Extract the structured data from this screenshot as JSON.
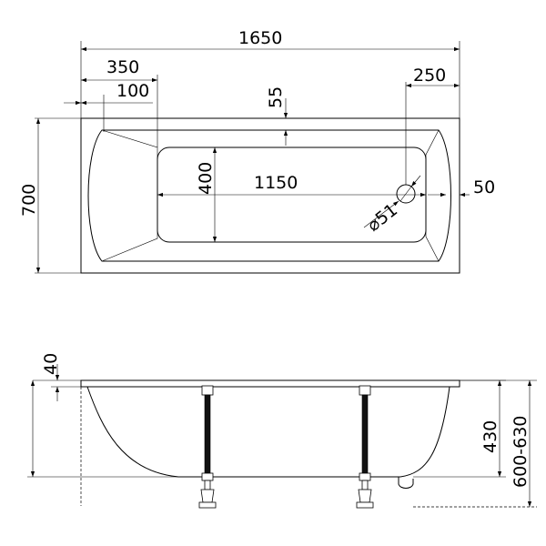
{
  "top_view": {
    "dims": {
      "length": "1650",
      "offset_350": "350",
      "offset_100": "100",
      "rim_55": "55",
      "drain_offset": "250",
      "width": "700",
      "inner_width": "400",
      "inner_length": "1150",
      "drain_diameter": "⌀51",
      "rim_50": "50"
    }
  },
  "side_view": {
    "dims": {
      "rim_thickness": "40",
      "depth": "430",
      "height_range": "600-630"
    }
  }
}
